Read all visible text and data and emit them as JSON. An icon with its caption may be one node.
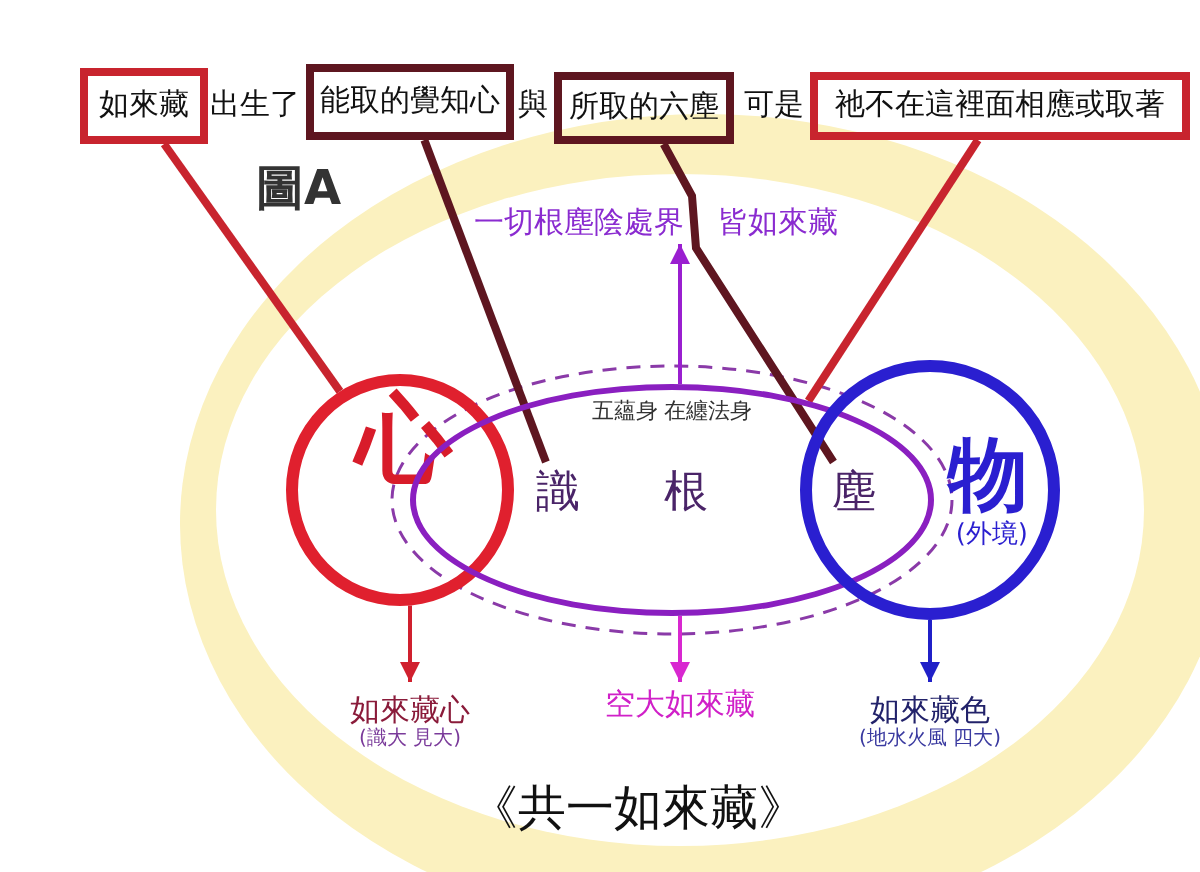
{
  "diagram": {
    "nodes": [
      {
        "text": [
          "如來藏"
        ]
      },
      {
        "text": [
          "能取的覺知心"
        ]
      },
      {
        "text": [
          "所取的六塵"
        ]
      },
      {
        "text": [
          "祂不在這裡面相應或取著"
        ]
      },
      {
        "text": [
          "心"
        ]
      },
      {
        "text": [
          "五蘊身 在纏法身"
        ]
      },
      {
        "text": [
          "識"
        ],
        "in": 5
      },
      {
        "text": [
          "根"
        ],
        "in": 5
      },
      {
        "text": [
          "塵"
        ]
      },
      {
        "text": [
          "物",
          "(外境)"
        ]
      },
      {
        "text": [
          "一切根塵陰處界 皆如來藏"
        ]
      },
      {
        "text": [
          "如來藏心",
          "(識大 見大)"
        ]
      },
      {
        "text": [
          "空大如來藏"
        ]
      },
      {
        "text": [
          "如來藏色",
          "(地水火風 四大)"
        ]
      }
    ],
    "edges": [
      {
        "from": 0,
        "to": 4,
        "arrow": "none",
        "style": "thick",
        "color": "#c8242e"
      },
      {
        "from": 1,
        "to": 6,
        "arrow": "none",
        "style": "thick",
        "color": "#5e1620"
      },
      {
        "from": 2,
        "to": 8,
        "arrow": "none",
        "style": "thick",
        "color": "#5e1620"
      },
      {
        "from": 3,
        "to": 5,
        "arrow": "none",
        "style": "thick",
        "color": "#c8242e"
      },
      {
        "from": 5,
        "to": 10,
        "arrow": "to",
        "color": "#9a1fd0"
      },
      {
        "from": 4,
        "to": 11,
        "arrow": "to",
        "color": "#d0202e"
      },
      {
        "from": 5,
        "to": 12,
        "arrow": "to",
        "color": "#d828d0"
      },
      {
        "from": 9,
        "to": 13,
        "arrow": "to",
        "color": "#2020c8"
      }
    ],
    "labels": [
      "出生了",
      "與",
      "可是",
      "圖A",
      "《共一如來藏》"
    ]
  }
}
